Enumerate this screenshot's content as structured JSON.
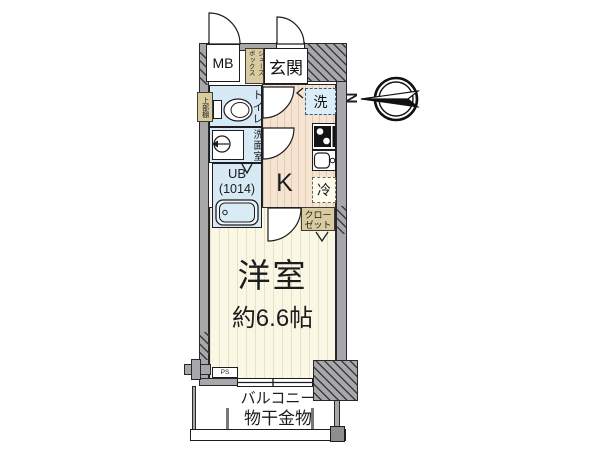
{
  "labels": {
    "meter_box": "MB",
    "shoe_box_col_right": "シューズ",
    "shoe_box_col_left": "ボックス",
    "entrance": "玄関",
    "toilet": "トイレ",
    "upper_shelf": "上部棚",
    "washroom": "洗面室",
    "unit_bath": "UB",
    "unit_bath_size": "(1014)",
    "kitchen": "K",
    "washing_machine": "洗",
    "refrigerator": "冷",
    "closet_line1": "クロー",
    "closet_line2": "ゼット",
    "western_room": "洋室",
    "western_room_size": "約6.6帖",
    "pipe_space": "PS",
    "balcony": "バルコニー",
    "laundry_hardware": "物干金物",
    "compass_north": "N"
  },
  "colors": {
    "wall_gray": "#a8a8aa",
    "water_room_blue": "#d6e9f4",
    "kitchen_floor_tan": "#f5e4d2",
    "main_room_cream": "#faf7e5",
    "storage_tan": "#d8cb9f",
    "line_outline": "#1d1d1f"
  }
}
